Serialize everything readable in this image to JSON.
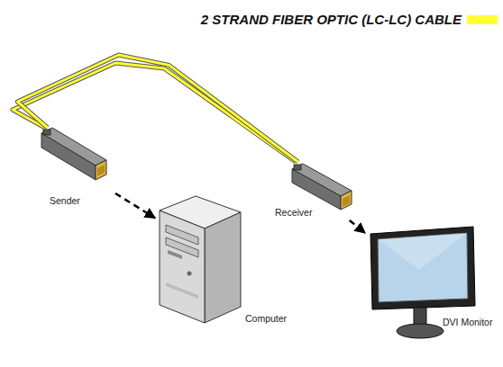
{
  "diagram": {
    "nodes": [
      {
        "text": [
          "Sender"
        ]
      },
      {
        "text": [
          "Computer"
        ]
      },
      {
        "text": [
          "Receiver"
        ]
      },
      {
        "text": [
          "DVI Monitor"
        ]
      }
    ],
    "edges": [
      {
        "from": 0,
        "to": 2,
        "arrow": "none"
      },
      {
        "from": 0,
        "to": 1,
        "arrow": "to"
      },
      {
        "from": 2,
        "to": 3,
        "arrow": "to"
      }
    ],
    "legend": [
      {
        "text": "2 STRAND FIBER OPTIC (LC-LC) CABLE",
        "color": "#ffff33"
      }
    ]
  }
}
